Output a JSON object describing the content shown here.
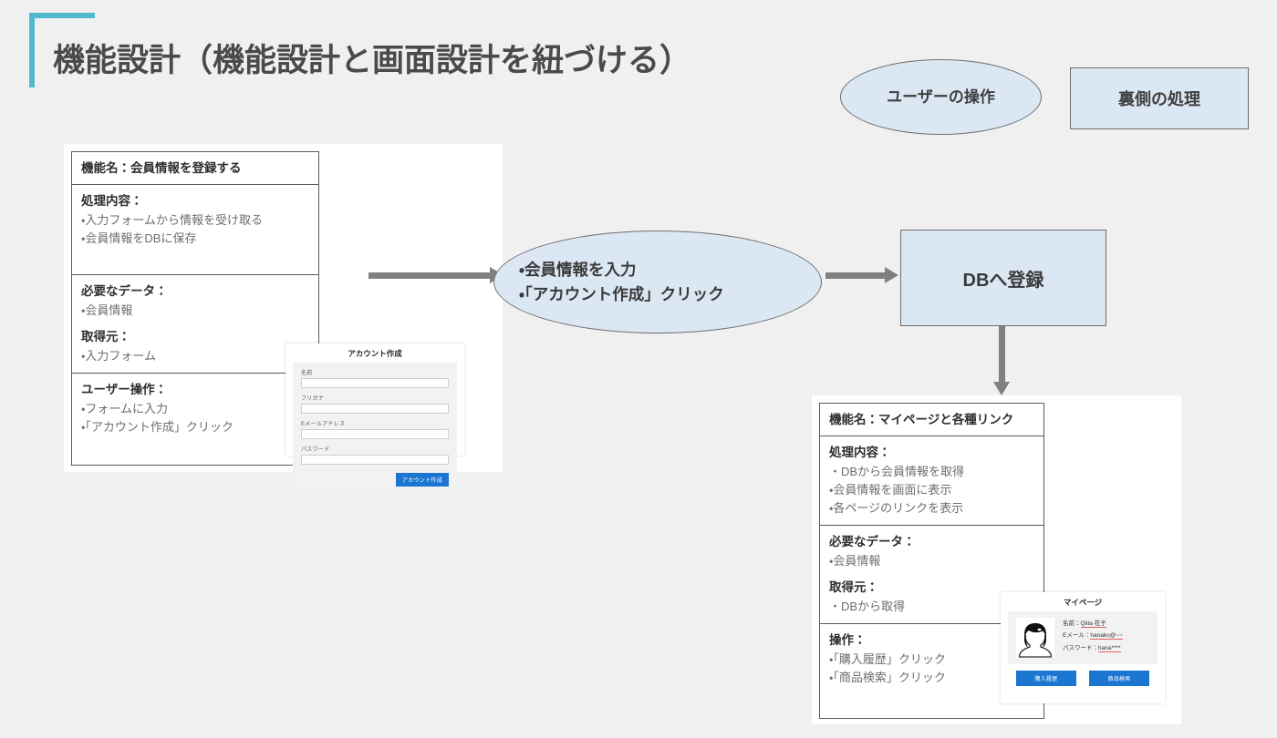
{
  "page": {
    "title": "機能設計（機能設計と画面設計を紐づける）"
  },
  "legend": {
    "user_action": "ユーザーの\n操作",
    "user_action_line1": "ユーザーの",
    "user_action_line2": "操作",
    "backend_process": "裏側の処理"
  },
  "colors": {
    "background": "#f0f0f0",
    "panel": "#ffffff",
    "accent_bracket": "#4fb9cd",
    "shape_fill": "#dce7f4",
    "shape_stroke": "#6e6e6e",
    "arrow": "#808080",
    "button_blue": "#1b76d2",
    "spellcheck_underline": "#e06060"
  },
  "spec_left": {
    "function_name": "機能名：会員情報を登録する",
    "sections": [
      {
        "heading": "処理内容：",
        "items": [
          "・入力フォームから情報を受け取る",
          "・会員情報をDBに保存"
        ]
      },
      {
        "heading": "必要なデータ：",
        "items": [
          "・会員情報"
        ],
        "heading2": "取得元：",
        "items2": [
          "・入力フォーム"
        ]
      },
      {
        "heading": "ユーザー操作：",
        "items": [
          "・フォームに入力",
          "・「アカウント作成」クリック"
        ]
      }
    ]
  },
  "spec_right": {
    "function_name": "機能名：マイページと各種リンク",
    "sections": [
      {
        "heading": "処理内容：",
        "items": [
          "・DBから会員情報を取得",
          "・会員情報を画面に表示",
          "・各ページのリンクを表示"
        ]
      },
      {
        "heading": "必要なデータ：",
        "items": [
          "・会員情報"
        ],
        "heading2": "取得元：",
        "items2": [
          "・DBから取得"
        ]
      },
      {
        "heading": "操作：",
        "items": [
          "・「購入履歴」クリック",
          "・「商品検索」クリック"
        ]
      }
    ]
  },
  "flow": {
    "user_step_line1": "・会員情報を入力",
    "user_step_line2": "・「アカウント作成」クリック",
    "db_register": "DBへ登録"
  },
  "mock_signup": {
    "title": "アカウント作成",
    "fields": [
      {
        "label": "名前",
        "value": ""
      },
      {
        "label": "フリガナ",
        "value": ""
      },
      {
        "label": "Eメールアドレス",
        "value": ""
      },
      {
        "label": "パスワード",
        "value": ""
      }
    ],
    "submit_label": "アカウント作成"
  },
  "mock_mypage": {
    "title": "マイページ",
    "info": [
      {
        "label": "名前：",
        "value": "Qiita 花子"
      },
      {
        "label": "Eメール：",
        "value": "hanako@~~"
      },
      {
        "label": "パスワード：",
        "value": "hana****"
      }
    ],
    "buttons": [
      "購入履歴",
      "商品検索"
    ]
  }
}
